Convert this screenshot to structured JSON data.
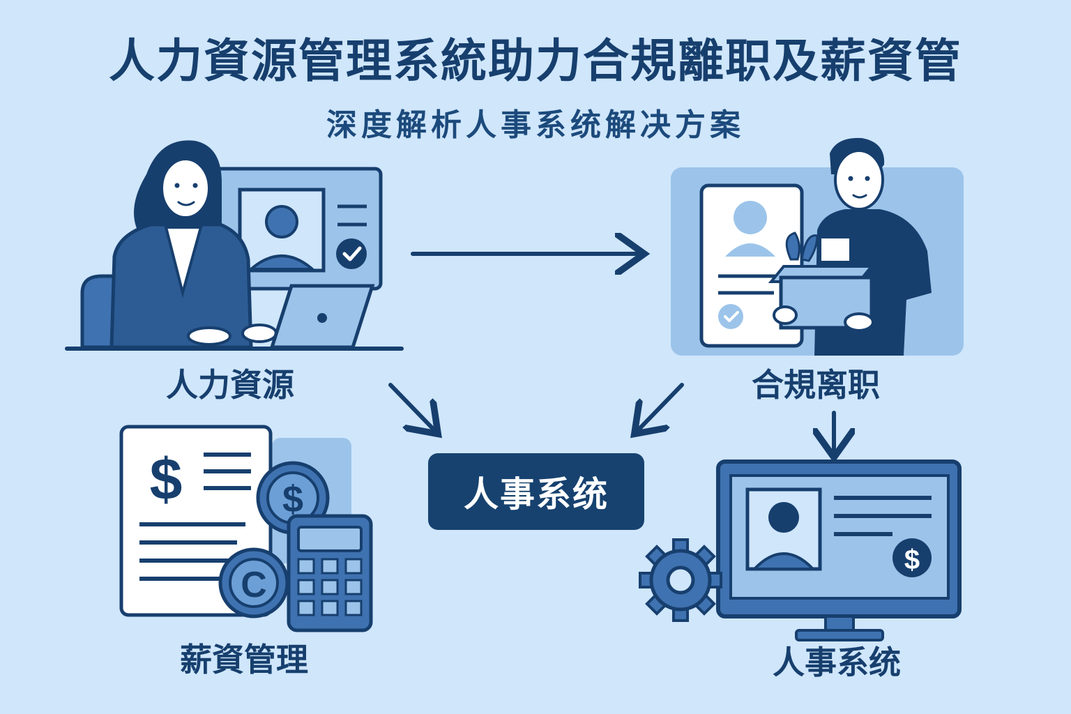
{
  "header": {
    "title": "人力資源管理系統助力合規離职及薪資管",
    "subtitle": "深度解析人事系统解决方案"
  },
  "nodes": {
    "hr": {
      "label": "人力資源"
    },
    "offboarding": {
      "label": "合規离职"
    },
    "payroll": {
      "label": "薪資管理"
    },
    "hr_system_bottom": {
      "label": "人事系统"
    },
    "center": {
      "label": "人事系统"
    }
  },
  "icons": {
    "hr": [
      "woman-at-laptop-icon",
      "video-call-screen-icon",
      "check-icon"
    ],
    "offboarding": [
      "employee-with-box-icon",
      "profile-document-icon",
      "check-icon"
    ],
    "payroll": [
      "payslip-icon",
      "dollar-coin-icon",
      "calculator-icon",
      "cent-coin-icon"
    ],
    "hr_system": [
      "monitor-icon",
      "gear-icon",
      "dollar-badge-icon"
    ]
  },
  "colors": {
    "background": "#cfe6fb",
    "primary": "#173f6e",
    "accent": "#3f72b0",
    "light": "#9cc4ea"
  }
}
